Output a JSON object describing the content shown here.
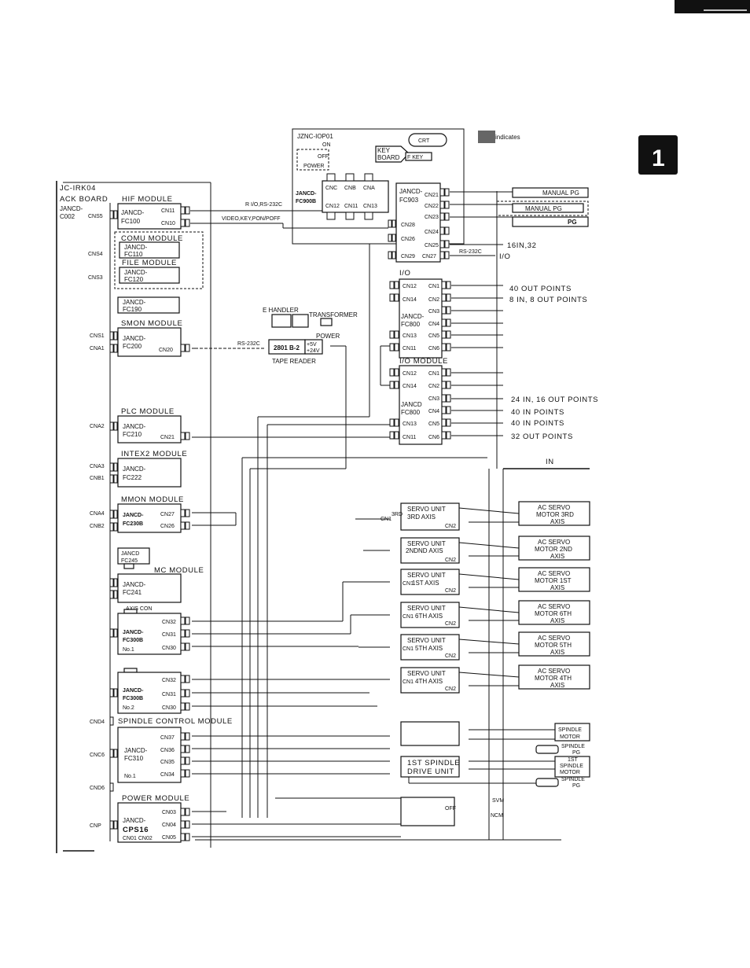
{
  "legend": {
    "text": "indicates"
  },
  "chapter_tab": {
    "number": "1"
  },
  "rack": {
    "title": "JC-IRK04",
    "board_label": "ACK BOARD",
    "board_id_a": "JANCD-",
    "board_id_b": "C002"
  },
  "left_connectors": [
    "CNS5",
    "CNS4",
    "CNS3",
    "CNS1",
    "CNA1",
    "CNA2",
    "CNA3",
    "CNB1",
    "CNA4",
    "CNB2",
    "CND4",
    "CNC6",
    "CND6",
    "CNP"
  ],
  "modules": {
    "hif": {
      "title": "HIF MODULE",
      "id_a": "JANCD-",
      "id_b": "FC100",
      "cn_a": "CN11",
      "cn_b": "CN10"
    },
    "comu": {
      "title": "COMU MODULE",
      "id_a": "JANCD-",
      "id_b": "FC110"
    },
    "file": {
      "title": "FILE MODULE",
      "id_a": "JANCD-",
      "id_b": "FC120"
    },
    "fc190": {
      "id_a": "JANCD-",
      "id_b": "FC190"
    },
    "smon": {
      "title": "SMON MODULE",
      "id_a": "JANCD-",
      "id_b": "FC200",
      "cn": "CN20"
    },
    "plc": {
      "title": "PLC MODULE",
      "id_a": "JANCD-",
      "id_b": "FC210",
      "cn": "CN21"
    },
    "intex2": {
      "title": "INTEX2 MODULE",
      "id_a": "JANCD-",
      "id_b": "FC222"
    },
    "mmon": {
      "title": "MMON MODULE",
      "id_a": "JANCD-",
      "id_b": "FC230B",
      "cn_a": "CN27",
      "cn_b": "CN26"
    },
    "fc245": {
      "id_a": "JANCD",
      "id_b": "FC245"
    },
    "mc": {
      "title": "MC MODULE",
      "id_a": "JANCD-",
      "id_b": "FC241"
    },
    "axis_ctrl": {
      "title": "AXIS CON"
    },
    "fc300b_1": {
      "id_a": "JANCD-",
      "id_b": "FC300B",
      "no": "No.1",
      "cn_a": "CN32",
      "cn_b": "CN31",
      "cn_c": "CN30"
    },
    "fc300b_2": {
      "id_a": "JANCD-",
      "id_b": "FC300B",
      "no": "No.2",
      "cn_a": "CN32",
      "cn_b": "CN31",
      "cn_c": "CN30"
    },
    "spindle": {
      "title": "SPINDLE CONTROL MODULE",
      "id_a": "JANCD-",
      "id_b": "FC310",
      "no": "No.1",
      "cns": [
        "CN37",
        "CN36",
        "CN35",
        "CN34"
      ]
    },
    "power": {
      "title": "POWER MODULE",
      "id_a": "JANCD-",
      "id_b": "CPS16",
      "cns": [
        "CN03",
        "CN04",
        "CN05"
      ],
      "bottom": "CN01 CN02"
    }
  },
  "iop": {
    "title": "JZNC-IOP01",
    "on": "ON",
    "off": "OFF",
    "power": "POWER",
    "keyboard_a": "KEY",
    "keyboard_b": "BOARD",
    "crt": "CRT",
    "fkey": "F KEY",
    "fc900_a": "JANCD-",
    "fc900_b": "FC900B",
    "cn_top": [
      "CNC",
      "CNB",
      "CNA"
    ],
    "cn_bot": [
      "CN12",
      "CN11",
      "CN13"
    ],
    "sig1": "R I/O,RS-232C",
    "sig2": "VIDEO,KEY,PON/POFF"
  },
  "fc903": {
    "id_a": "JANCD-",
    "id_b": "FC903",
    "cns_right": [
      "CN21",
      "CN22",
      "CN23",
      "CN24",
      "CN25",
      "CN27"
    ],
    "cns_left": [
      "CN28",
      "CN26",
      "CN29"
    ],
    "rs": "RS-232C"
  },
  "fc903_outputs": [
    "MANUAL PG",
    "MANUAL PG",
    "PG",
    "16IN,32",
    "I/O"
  ],
  "io_upper": {
    "title": "I/O",
    "id_a": "JANCD-",
    "id_b": "FC800",
    "cns_left": [
      "CN12",
      "CN14",
      "CN13",
      "CN11"
    ],
    "cns_right": [
      "CN1",
      "CN2",
      "CN3",
      "CN4",
      "CN5",
      "CN6"
    ],
    "outputs": [
      "40 OUT POINTS",
      "8 IN, 8 OUT POINTS"
    ]
  },
  "io_lower": {
    "title": "I/O MODULE",
    "id_a": "JANCD",
    "id_b": "FC800",
    "cns_left": [
      "CN12",
      "CN14",
      "CN13",
      "CN11"
    ],
    "cns_right": [
      "CN1",
      "CN2",
      "CN3",
      "CN4",
      "CN5",
      "CN6"
    ],
    "outputs": [
      "24 IN, 16 OUT POINTS",
      "40 IN POINTS",
      "40 IN POINTS",
      "32 OUT POINTS"
    ]
  },
  "in_label": "IN",
  "tape": {
    "handler": "E HANDLER",
    "transformer": "TRANSFORMER",
    "power": "POWER",
    "model": "2801 B-2",
    "v1": "+5V",
    "v2": "+24V",
    "reader": "TAPE READER",
    "rs": "RS-232C"
  },
  "servo_units": [
    {
      "title": "SERVO UNIT",
      "axis": "3RD AXIS",
      "extra": "3RD",
      "motor": "AC SERVO MOTOR 3RD AXIS",
      "motor_a": "AC SERVO",
      "motor_b": "MOTOR 3RD",
      "motor_c": "AXIS"
    },
    {
      "title": "SERVO UNIT",
      "axis": "2NDND AXIS",
      "extra": "",
      "motor_a": "AC SERVO",
      "motor_b": "MOTOR 2ND",
      "motor_c": "AXIS"
    },
    {
      "title": "SERVO UNIT",
      "axis": "1ST AXIS",
      "extra": "",
      "motor_a": "AC SERVO",
      "motor_b": "MOTOR 1ST",
      "motor_c": "AXIS"
    },
    {
      "title": "SERVO UNIT",
      "axis": "6TH AXIS",
      "extra": "",
      "motor_a": "AC SERVO",
      "motor_b": "MOTOR 6TH",
      "motor_c": "AXIS"
    },
    {
      "title": "SERVO UNIT",
      "axis": "5TH AXIS",
      "extra": "",
      "motor_a": "AC SERVO",
      "motor_b": "MOTOR 5TH",
      "motor_c": "AXIS"
    },
    {
      "title": "SERVO UNIT",
      "axis": "4TH AXIS",
      "extra": "",
      "motor_a": "AC SERVO",
      "motor_b": "MOTOR 4TH",
      "motor_c": "AXIS"
    }
  ],
  "servo_cn": {
    "cn1": "CN1",
    "cn2": "CN2"
  },
  "spindle_drive": {
    "a": "1ST SPINDLE",
    "b": "DRIVE UNIT"
  },
  "spindle_parts": {
    "motor_a": "SPINDLE",
    "motor_b": "MOTOR",
    "pg_a": "SPINDLE",
    "pg_b": "PG",
    "st_a": "1ST",
    "st_b": "SPINDLE",
    "st_c": "MOTOR",
    "pg2_a": "SPINDLE",
    "pg2_b": "PG"
  },
  "power_switch": {
    "off": "OFF",
    "svm": "SVM",
    "ncm": "NCM"
  }
}
